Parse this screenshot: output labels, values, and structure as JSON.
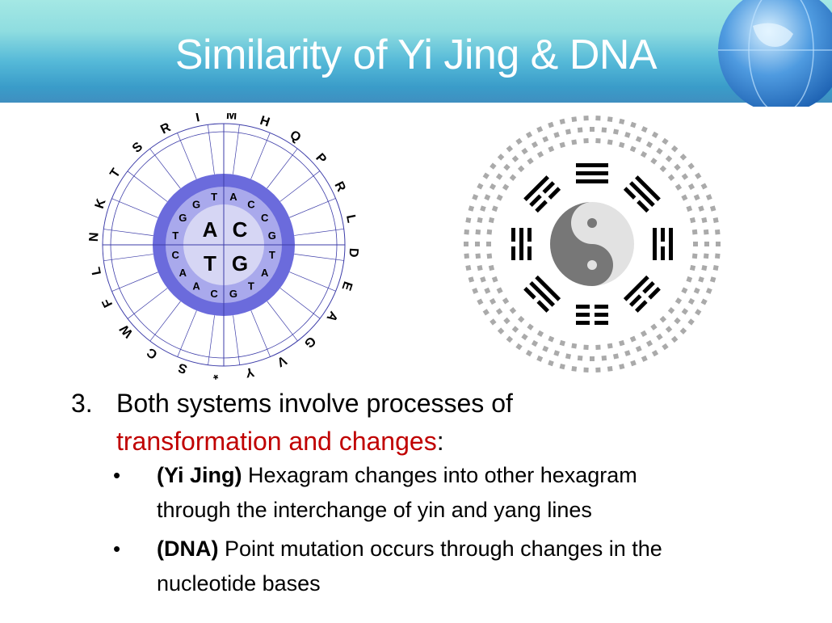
{
  "slide": {
    "title": "Similarity of Yi Jing & DNA",
    "point": {
      "number": "3.",
      "line1": "Both systems involve processes of",
      "highlight": "transformation and changes",
      "after_highlight": ":"
    },
    "bullets": [
      {
        "bold": "(Yi Jing)",
        "line1": " Hexagram changes into other hexagram",
        "line2": "through the interchange of yin and yang lines"
      },
      {
        "bold": "(DNA)",
        "line1": " Point mutation occurs through changes in the",
        "line2": "nucleotide bases"
      }
    ]
  },
  "codon_wheel": {
    "center_bases": [
      "A",
      "C",
      "T",
      "G"
    ],
    "outer_letters": [
      "M",
      "H",
      "Q",
      "P",
      "R",
      "L",
      "D",
      "E",
      "A",
      "G",
      "V",
      "Y",
      "*",
      "S",
      "C",
      "W",
      "F",
      "L",
      "N",
      "K",
      "T",
      "S",
      "R",
      "I"
    ]
  },
  "colors": {
    "accent_red": "#c00000",
    "wheel_blue": "#6b6bdc",
    "title_text": "#ffffff"
  }
}
